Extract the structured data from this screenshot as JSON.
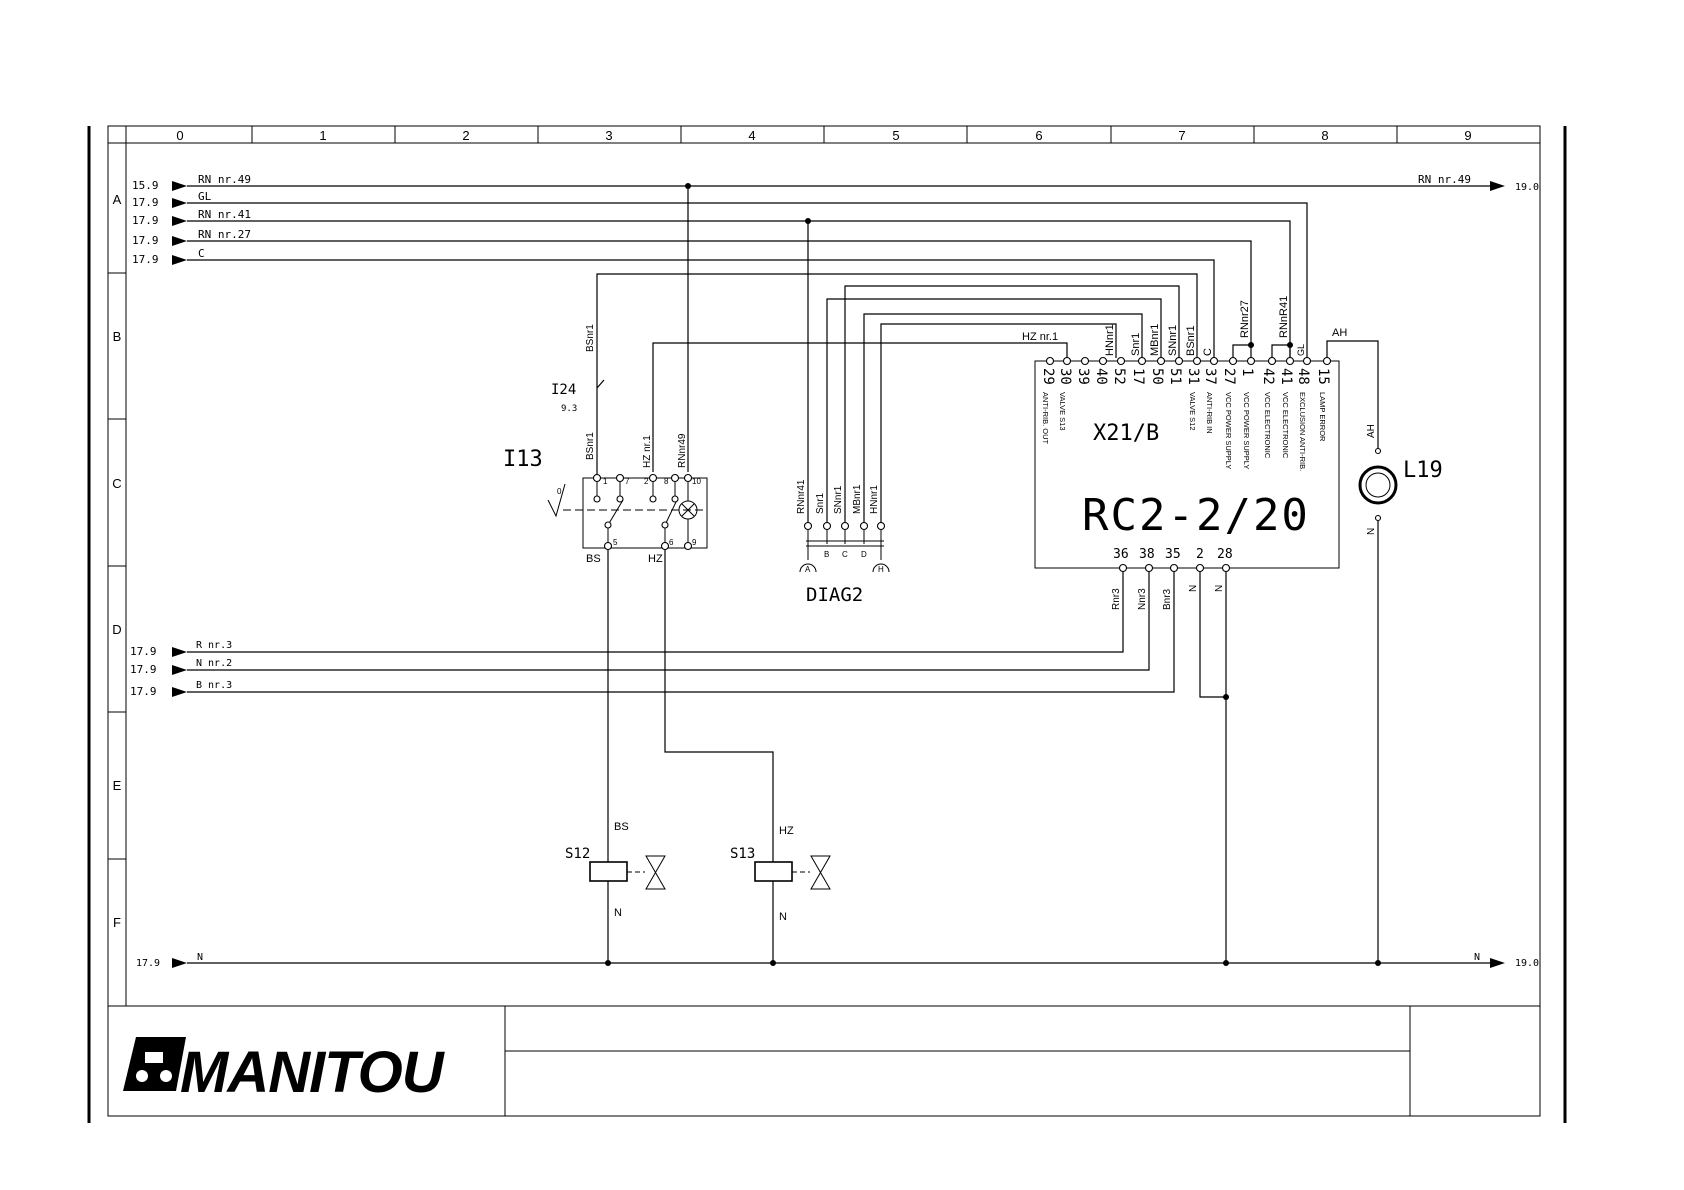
{
  "grid": {
    "columns": [
      "0",
      "1",
      "2",
      "3",
      "4",
      "5",
      "6",
      "7",
      "8",
      "9"
    ],
    "rows": [
      "A",
      "B",
      "C",
      "D",
      "E",
      "F"
    ]
  },
  "wires_left": [
    {
      "ref": "15.9",
      "label": "RN nr.49"
    },
    {
      "ref": "17.9",
      "label": "GL"
    },
    {
      "ref": "17.9",
      "label": "RN nr.41"
    },
    {
      "ref": "17.9",
      "label": "RN nr.27"
    },
    {
      "ref": "17.9",
      "label": "C"
    },
    {
      "ref": "17.9",
      "label": "R nr.3"
    },
    {
      "ref": "17.9",
      "label": "N nr.2"
    },
    {
      "ref": "17.9",
      "label": "B nr.3"
    },
    {
      "ref": "17.9",
      "label": "N"
    }
  ],
  "wires_right": [
    {
      "ref": "19.0",
      "label": "RN nr.49"
    },
    {
      "ref": "19.0",
      "label": "N"
    }
  ],
  "ecu": {
    "name": "X21/B",
    "model": "RC2-2/20",
    "top_pins": [
      "29",
      "30",
      "39",
      "40",
      "52",
      "17",
      "50",
      "51",
      "31",
      "37",
      "27",
      "1",
      "42",
      "41",
      "48",
      "15"
    ],
    "pin_funcs": [
      "ANTI-RIB. OUT",
      "VALVE S13",
      "VALVE S12",
      "ANTI-RIB IN",
      "VCC POWER SUPPLY",
      "VCC POWER SUPPLY",
      "VCC ELECTRONIC",
      "VCC ELECTRONIC",
      "EXCLUSION ANTI-RIB.",
      "LAMP ERROR"
    ],
    "wire_labels_top": [
      "HZ nr.1",
      "HNnr1",
      "Snr1",
      "MBnr1",
      "SNnr1",
      "BSnr1",
      "C",
      "RNnr27",
      "RNnR41",
      "GL",
      "AH"
    ],
    "bottom_pins": [
      "36",
      "38",
      "35",
      "2",
      "28"
    ],
    "wire_labels_bottom": [
      "Rnr3",
      "Nnr3",
      "Bnr3",
      "N",
      "N"
    ]
  },
  "i13": {
    "name": "I13",
    "terminals": [
      "1",
      "7",
      "2",
      "8",
      "10",
      "5",
      "6",
      "9",
      "0"
    ],
    "wire_labels": [
      "BSnr1",
      "HZ nr.1",
      "RNnr49",
      "BS",
      "HZ"
    ]
  },
  "i24": {
    "name": "I24",
    "ref": "9.3",
    "wire_label": "BSnr1"
  },
  "diag": {
    "name": "DIAG2",
    "wire_labels": [
      "RNnr41",
      "Snr1",
      "SNnr1",
      "MBnr1",
      "HNnr1"
    ],
    "pins": [
      "A",
      "B",
      "C",
      "D",
      "H"
    ]
  },
  "s12": {
    "name": "S12",
    "top_label": "BS",
    "bottom_label": "N"
  },
  "s13": {
    "name": "S13",
    "top_label": "HZ",
    "bottom_label": "N"
  },
  "l19": {
    "name": "L19",
    "top_label": "AH",
    "bottom_label": "N"
  },
  "logo": "MANITOU",
  "colors": {
    "ink": "#000000",
    "paper": "#ffffff"
  }
}
